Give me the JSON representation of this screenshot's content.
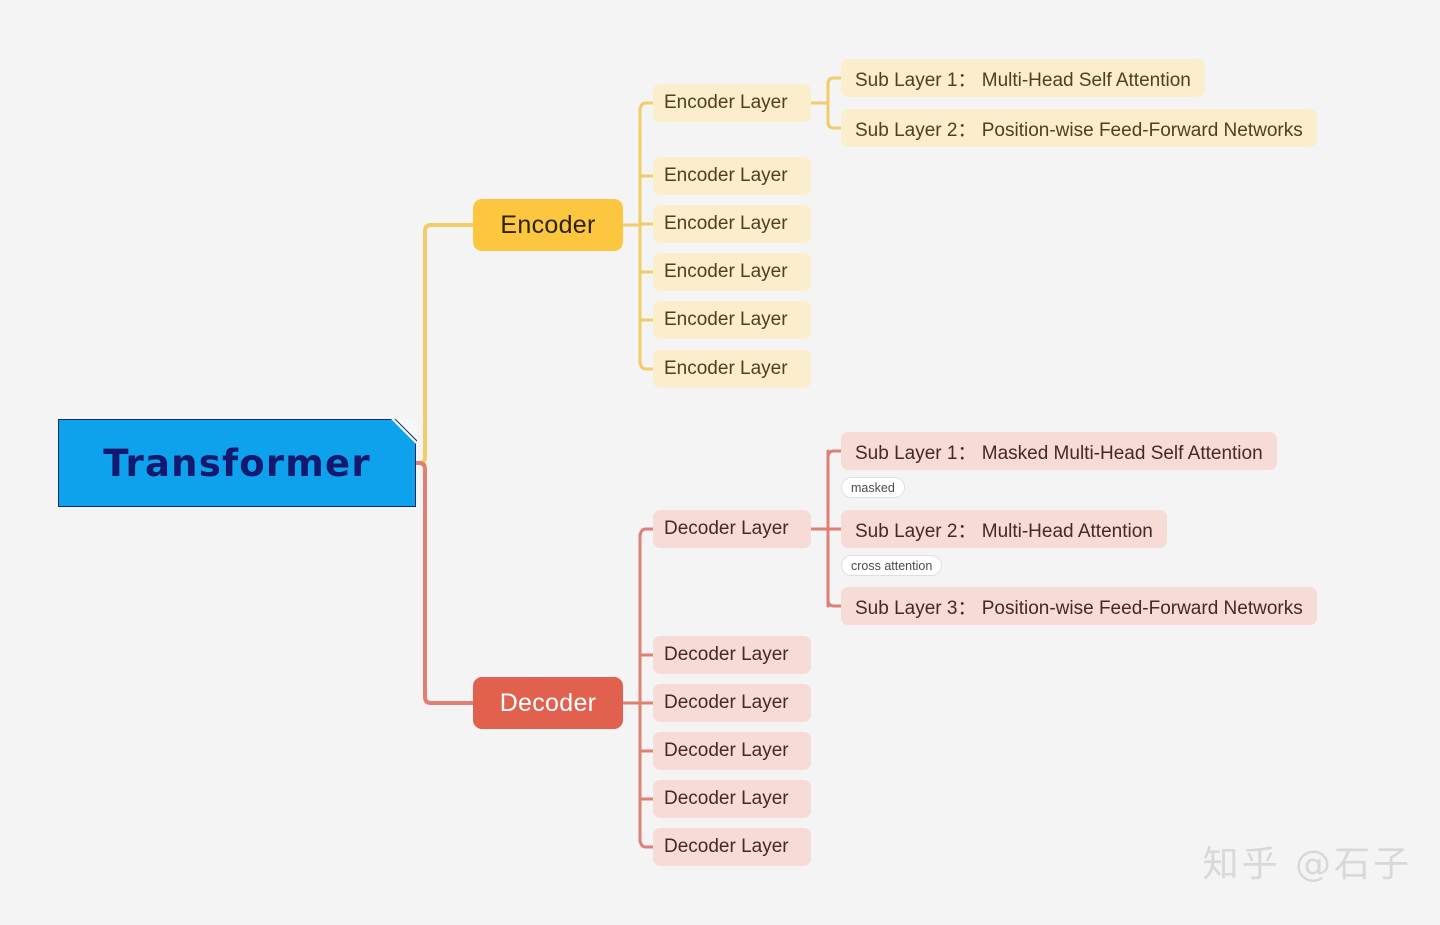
{
  "theme": {
    "background": "#f4f4f4",
    "root_fill": "#0fa2ec",
    "root_border": "#1b2a6b",
    "root_text": "#13196e",
    "encoder_fill": "#fdc63f",
    "encoder_text": "#2c2208",
    "encoder_chip_fill": "#faeecd",
    "encoder_chip_text": "#4d4219",
    "encoder_line": "#f2cc6b",
    "decoder_fill": "#e2614e",
    "decoder_text": "#ffffff",
    "decoder_chip_fill": "#f7dbd6",
    "decoder_chip_text": "#472822",
    "decoder_line": "#e08074",
    "tag_fill": "#ffffff",
    "tag_border": "#dedede",
    "tag_text": "#4a4a4a",
    "watermark_color": "#d8d8d8"
  },
  "root": {
    "label": "Transformer"
  },
  "branches": [
    {
      "id": "encoder",
      "label": "Encoder",
      "layers": [
        {
          "label": "Encoder Layer"
        },
        {
          "label": "Encoder Layer"
        },
        {
          "label": "Encoder Layer"
        },
        {
          "label": "Encoder Layer"
        },
        {
          "label": "Encoder Layer"
        },
        {
          "label": "Encoder Layer"
        }
      ],
      "sub_layers": [
        {
          "label": "Sub Layer 1： Multi-Head Self Attention",
          "tag": null
        },
        {
          "label": "Sub Layer 2： Position-wise Feed-Forward Networks",
          "tag": null
        }
      ]
    },
    {
      "id": "decoder",
      "label": "Decoder",
      "layers": [
        {
          "label": "Decoder Layer"
        },
        {
          "label": "Decoder Layer"
        },
        {
          "label": "Decoder Layer"
        },
        {
          "label": "Decoder Layer"
        },
        {
          "label": "Decoder Layer"
        },
        {
          "label": "Decoder Layer"
        }
      ],
      "sub_layers": [
        {
          "label": "Sub Layer 1： Masked Multi-Head Self Attention",
          "tag": "masked"
        },
        {
          "label": "Sub Layer 2： Multi-Head Attention",
          "tag": "cross attention"
        },
        {
          "label": "Sub Layer 3： Position-wise Feed-Forward Networks",
          "tag": null
        }
      ]
    }
  ],
  "watermark": {
    "text": "知乎 @石子"
  }
}
